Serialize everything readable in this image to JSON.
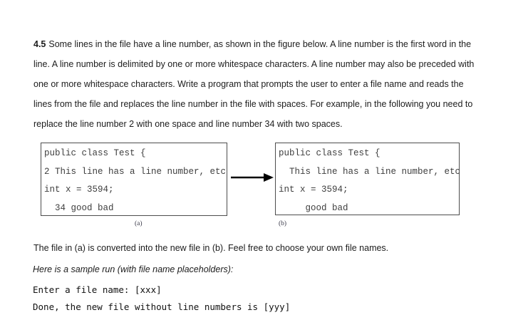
{
  "problem": {
    "number": "4.5",
    "lines": [
      "Some lines in the file have a line number, as shown in the figure below. A line number is the first word in the",
      "line. A line number is delimited by one or more whitespace characters. A line number may also be preceded with",
      "one or more whitespace characters. Write a program that prompts the user to enter a file name and reads the",
      "lines from the file and replaces the line number in the file with spaces. For example, in the following you need to",
      "replace the line number 2 with one space and line number 34 with two spaces."
    ]
  },
  "figure": {
    "box_a": {
      "label": "(a)",
      "lines": [
        "public class Test {",
        "2 This line has a line number, etc",
        "int x = 3594;",
        "  34 good bad"
      ]
    },
    "box_b": {
      "label": "(b)",
      "lines": [
        "public class Test {",
        "  This line has a line number, etc",
        "int x = 3594;",
        "     good bad"
      ]
    },
    "arrow_icon": "right-arrow"
  },
  "notes": {
    "conversion": "The file in (a) is converted into the new file in (b). Feel free to choose your own file names.",
    "sample_run_intro": "Here is a sample run (with file name placeholders):"
  },
  "sample_run": {
    "lines": [
      "Enter a file name: [xxx]",
      "Done, the new file without line numbers is [yyy]"
    ]
  },
  "colors": {
    "background": "#ffffff",
    "body_text": "#1c1c1c",
    "code_text": "#3e3e3e",
    "box_border": "#4d4d4d",
    "arrow": "#000000"
  }
}
